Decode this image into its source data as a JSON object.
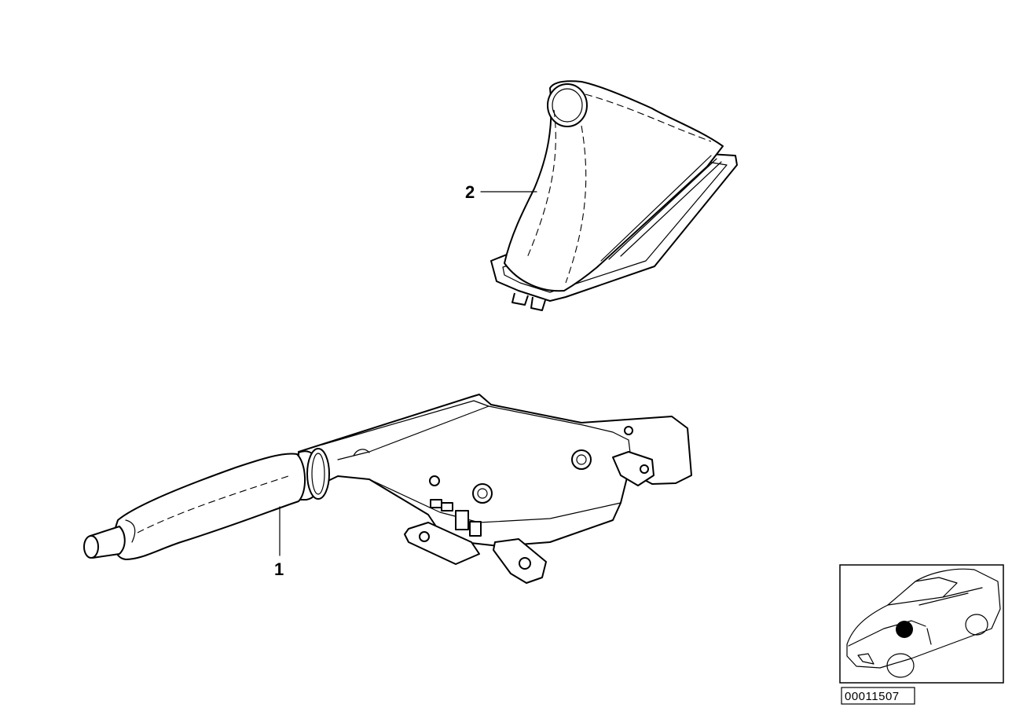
{
  "callouts": {
    "part_1": "1",
    "part_2": "2"
  },
  "reference_number": "00011507"
}
